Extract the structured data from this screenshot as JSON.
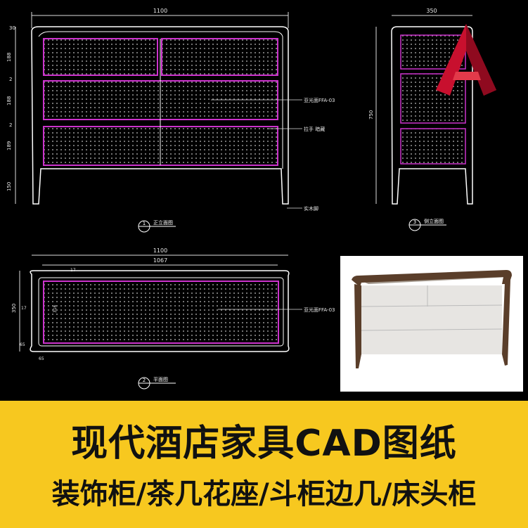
{
  "front_view": {
    "width_dim": "1100",
    "left_dims": [
      "30",
      "188",
      "2",
      "188",
      "2",
      "189",
      "150"
    ],
    "callout_material": "亚光面FFA-03",
    "callout_handle": "拉手 暗藏",
    "callout_leg": "实木脚",
    "view_number": "1",
    "view_label": "正立面图"
  },
  "side_view": {
    "width_dim": "350",
    "height_dim": "750",
    "view_number": "3",
    "view_label": "侧立面图"
  },
  "plan_view": {
    "width_dim": "1100",
    "inner_dim": "1067",
    "top_dim": "17",
    "left_dims": [
      "350",
      "17",
      "65"
    ],
    "inner_height": "316",
    "bottom_dim": "65",
    "callout_material": "亚光面FFA-03",
    "view_number": "2",
    "view_label": "平面图"
  },
  "logo": {
    "icon": "autocad-logo-icon",
    "letter": "A"
  },
  "banner": {
    "title": "现代酒店家具CAD图纸",
    "subtitle": "装饰柜/茶几花座/斗柜边几/床头柜"
  },
  "colors": {
    "cad_line": "#ffffff",
    "hatch": "#cc33cc",
    "dim": "#e6e6e6",
    "banner": "#f7c81f",
    "logo_red": "#c8102e"
  }
}
